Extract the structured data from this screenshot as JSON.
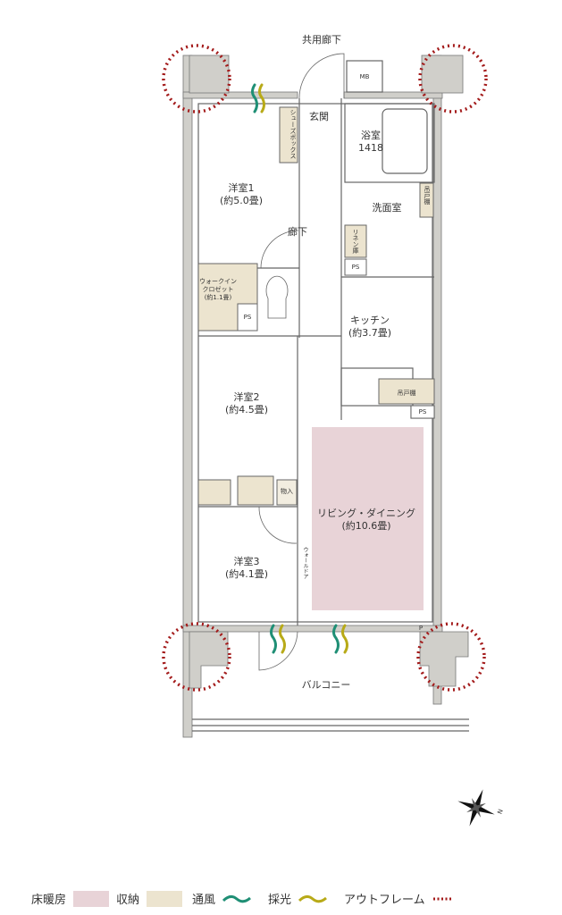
{
  "plan": {
    "corridor": "共用廊下",
    "mb": "MB",
    "entrance": "玄関",
    "shoe_box": "シューズボックス",
    "bath": "浴室",
    "bath_size": "1418",
    "washroom": "洗面室",
    "hanging_shelf": "吊戸棚",
    "linen": "リネン庫",
    "hallway": "廊下",
    "ps": "PS",
    "room1": "洋室1",
    "room1_size": "(約5.0畳)",
    "wic": "ウォークイン",
    "wic2": "クロゼット",
    "wic_size": "(約1.1畳)",
    "kitchen": "キッチン",
    "kitchen_size": "(約3.7畳)",
    "room2": "洋室2",
    "room2_size": "(約4.5畳)",
    "storage": "物入",
    "ld": "リビング・ダイニング",
    "ld_size": "(約10.6畳)",
    "wall_door": "ウォールドア",
    "room3": "洋室3",
    "room3_size": "(約4.1畳)",
    "balcony": "バルコニー",
    "p": "P"
  },
  "legend": [
    {
      "label": "床暖房",
      "color": "#e8d3d7"
    },
    {
      "label": "収納",
      "color": "#ece4cf"
    },
    {
      "label": "通風",
      "color": "#1f8f75"
    },
    {
      "label": "採光",
      "color": "#b8aa18"
    },
    {
      "label": "アウトフレーム",
      "color": "#a31a1a"
    }
  ],
  "colors": {
    "wall": "#d0cfca",
    "floor_heating": "#e8d3d7",
    "storage": "#ece4cf",
    "outframe": "#a31a1a",
    "wind": "#1f8f75",
    "light": "#b8aa18"
  },
  "compass": "N"
}
